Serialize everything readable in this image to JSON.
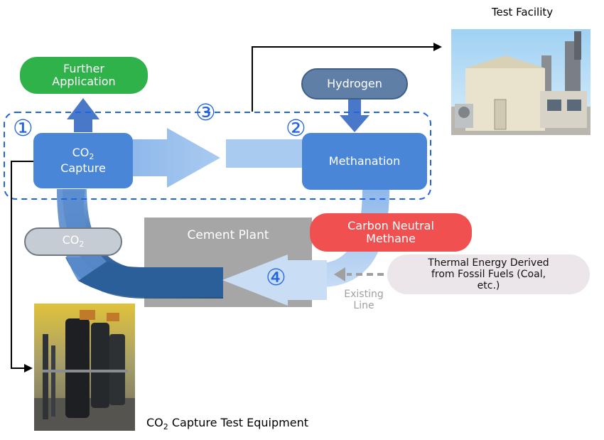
{
  "labels": {
    "further_application": "Further\nApplication",
    "hydrogen": "Hydrogen",
    "co2_capture_main": "CO",
    "co2_capture_sub": "2",
    "co2_capture_rest": "Capture",
    "methanation": "Methanation",
    "co2_box_main": "CO",
    "co2_box_sub": "2",
    "cement_plant": "Cement Plant",
    "carbon_neutral_methane": "Carbon Neutral\nMethane",
    "thermal_energy": "Thermal Energy Derived\nfrom Fossil Fuels (Coal,\netc.)",
    "existing_line": "Existing\nLine",
    "test_facility": "Test Facility",
    "equipment_caption_main": "CO",
    "equipment_caption_sub": "2",
    "equipment_caption_rest": " Capture Test Equipment"
  },
  "markers": [
    "①",
    "②",
    "③",
    "④"
  ],
  "colors": {
    "further_application": "#2fb24a",
    "hydrogen": "#5f7fa6",
    "process_box": "#4a86d8",
    "co2_box": "#c6ccd3",
    "cement_plant": "#a6a6a6",
    "carbon_neutral_methane": "#f05050",
    "thermal_energy": "#ece6ea",
    "marker": "#1f63e6",
    "dashed_frame": "#1f63e6"
  },
  "images": {
    "test_facility": "building-photo",
    "equipment": "equipment-photo"
  }
}
